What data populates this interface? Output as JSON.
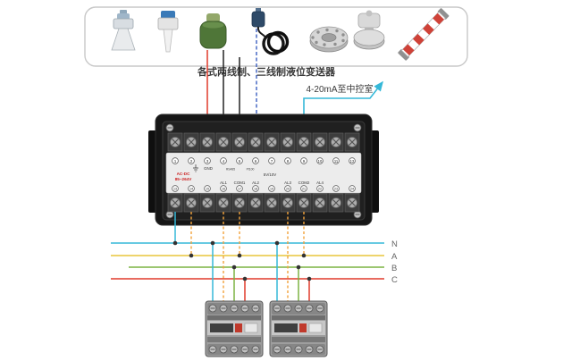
{
  "sensors_panel": {
    "caption": "各式两线制、三线制液位变送器",
    "icons": [
      {
        "name": "radar-level-transmitter"
      },
      {
        "name": "ultrasonic-level-transmitter"
      },
      {
        "name": "capacitance-level-probe"
      },
      {
        "name": "cable-transmitter-with-coil"
      },
      {
        "name": "flange"
      },
      {
        "name": "flanged-pressure-transmitter"
      },
      {
        "name": "magnetic-level-gauge"
      }
    ]
  },
  "output_note": {
    "label": "4-20mA至中控室"
  },
  "instrument": {
    "top_terminal_numbers": [
      "1",
      "2",
      "3",
      "4",
      "5",
      "6",
      "7",
      "8",
      "9",
      "10",
      "11",
      "12"
    ],
    "bottom_terminal_numbers": [
      "13",
      "14",
      "15",
      "16",
      "17",
      "18",
      "19",
      "20",
      "21",
      "22",
      "23",
      "24"
    ],
    "labels": {
      "gnd": "GND",
      "rs485": "RS485",
      "pt100": "Pt100",
      "signal": "5V/10V",
      "power_line1": "AC-DC",
      "power_line2": "85~264V",
      "al1": "AL1",
      "com1": "COM1",
      "al2": "AL2",
      "al3": "AL3",
      "com2": "COM2",
      "al4": "AL4"
    }
  },
  "bus_lines": [
    {
      "label": "N",
      "color": "#35b8d8"
    },
    {
      "label": "A",
      "color": "#e9c53b"
    },
    {
      "label": "B",
      "color": "#7cb342"
    },
    {
      "label": "C",
      "color": "#e03a2b"
    }
  ],
  "wire_colors": {
    "red": "#e03a2b",
    "black": "#222222",
    "blue": "#3b5fc0",
    "cyan": "#35b8d8",
    "orange": "#f2a33c"
  }
}
